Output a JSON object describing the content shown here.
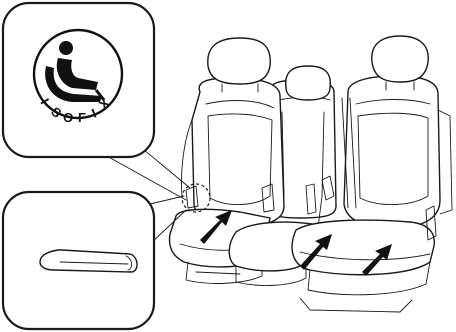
{
  "isofix_logo": {
    "label": "ISOFIX",
    "letters": [
      "I",
      "S",
      "O",
      "F",
      "I",
      "X"
    ]
  },
  "colors": {
    "line": "#1a1a1a",
    "background": "#ffffff"
  }
}
